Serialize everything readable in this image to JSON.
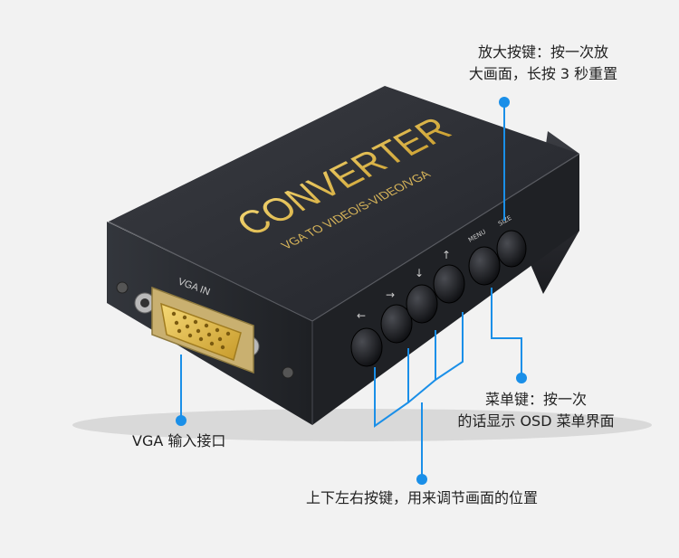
{
  "device": {
    "brand_text": "CONVERTER",
    "model_text": "VGA TO VIDEO/S-VIDEO/VGA",
    "port_text": "VGA IN",
    "button_marks": [
      "←",
      "→",
      "↓",
      "↑",
      "MENU",
      "SIZE"
    ]
  },
  "callouts": {
    "zoom_button": {
      "line1": "放大按键：按一次放",
      "line2": "大画面，长按 3 秒重置"
    },
    "menu_button": {
      "line1": "菜单键：按一次",
      "line2": "的话显示 OSD 菜单界面"
    },
    "vga_input": {
      "text": "VGA 输入接口"
    },
    "direction_buttons": {
      "text": "上下左右按键，用来调节画面的位置"
    }
  },
  "colors": {
    "accent": "#1a8fe8",
    "device_top": "#2e3035",
    "device_front": "#26282c",
    "gold": "#c8a24a"
  }
}
